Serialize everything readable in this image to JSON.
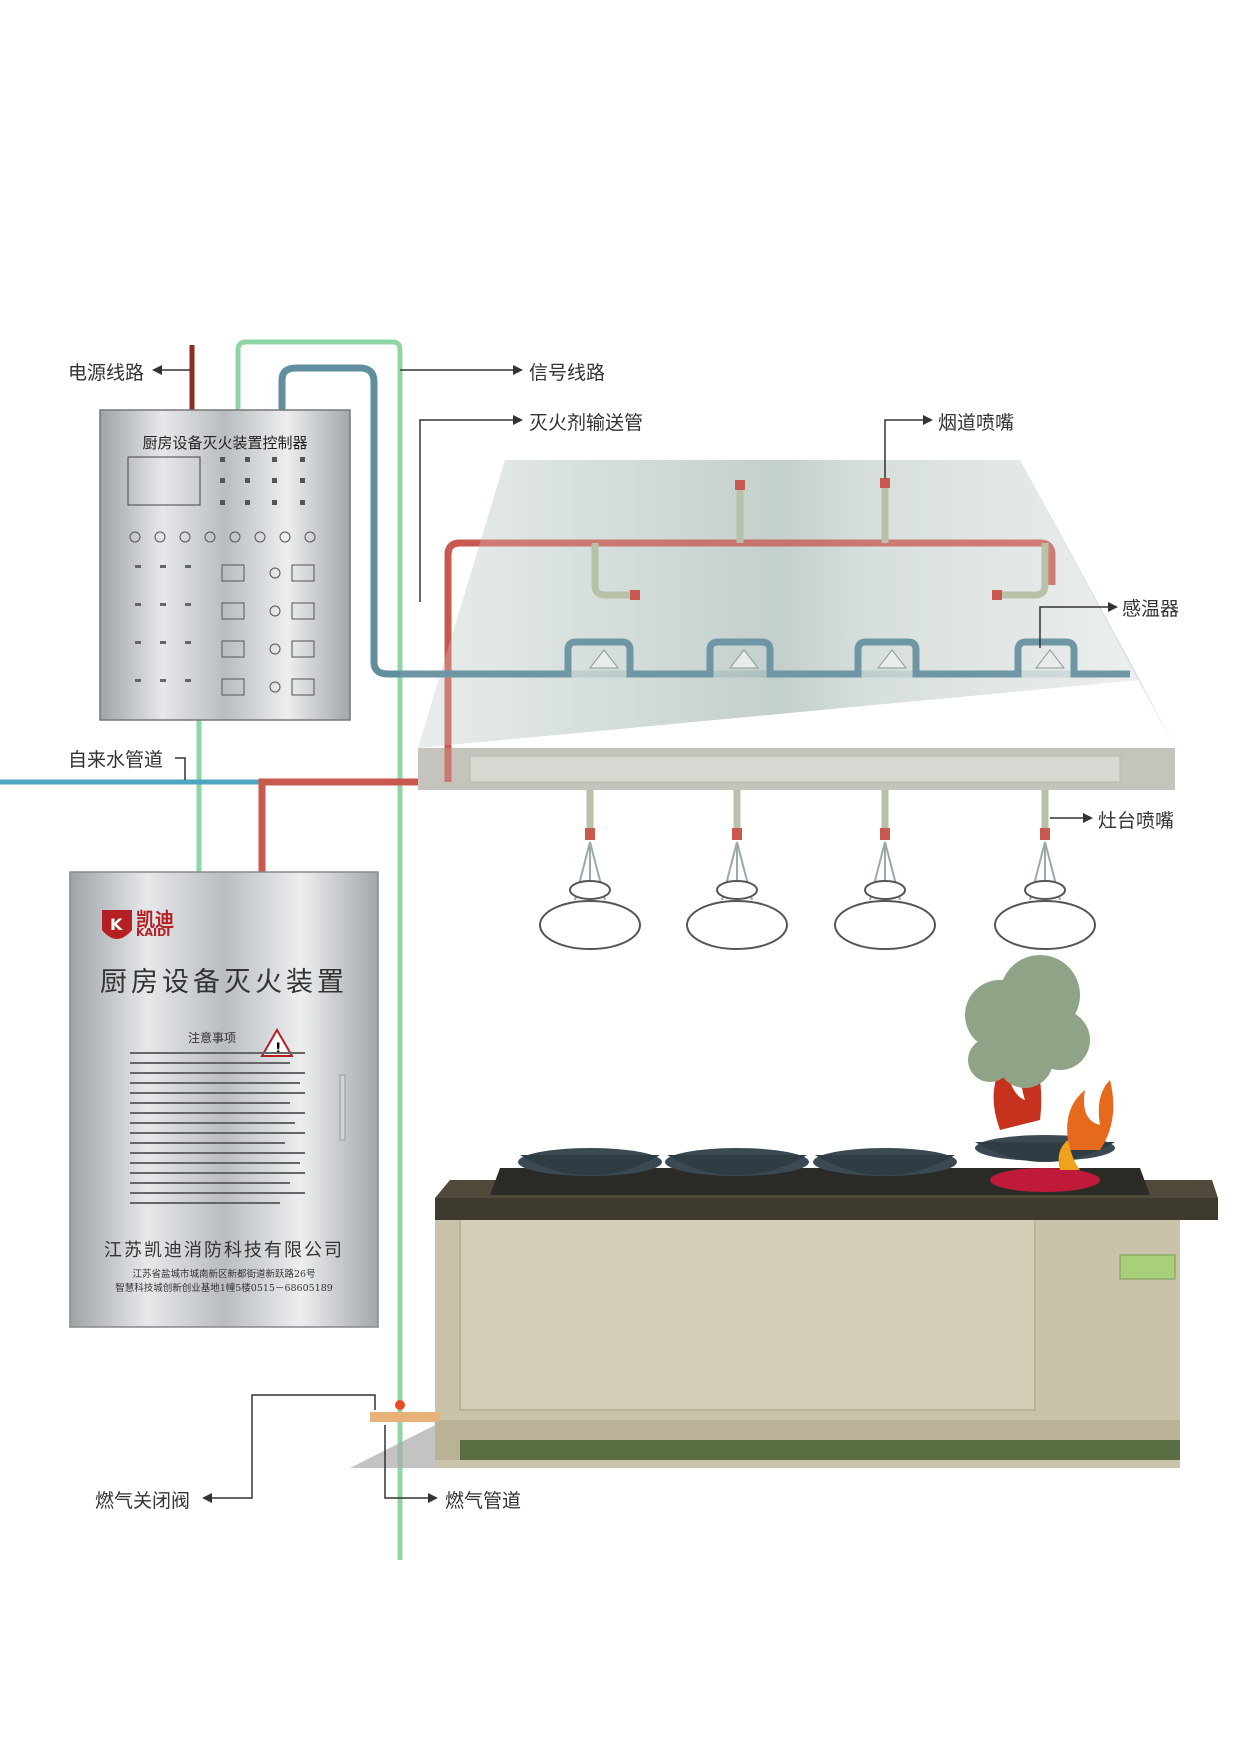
{
  "labels": {
    "power_line": "电源线路",
    "signal_line": "信号线路",
    "agent_pipe": "灭火剂输送管",
    "flue_nozzle": "烟道喷嘴",
    "temp_sensor": "感温器",
    "water_pipe": "自来水管道",
    "stove_nozzle": "灶台喷嘴",
    "gas_valve": "燃气关闭阀",
    "gas_pipe": "燃气管道"
  },
  "controller": {
    "title": "厨房设备灭火装置控制器"
  },
  "cabinet": {
    "brand_cn": "凯迪",
    "brand_en": "KAIDI",
    "title": "厨房设备灭火装置",
    "notice_title": "注意事项",
    "company": "江苏凯迪消防科技有限公司",
    "address1": "江苏省盐城市城南新区新都街道新跃路26号",
    "address2": "智慧科技城创新创业基地1幢5楼0515－68605189"
  },
  "colors": {
    "agent_pipe": "#c9594f",
    "signal_line": "#8fd6a6",
    "water_pipe": "#4fa6c2",
    "control_cable": "#5f8e9e",
    "power_line": "#8a2e1e",
    "hood": "#c9d3d0",
    "counter": "#c9c3a9",
    "counter_top": "#4a4436",
    "smoke": "#8fa487",
    "flame": "#e0511f"
  }
}
